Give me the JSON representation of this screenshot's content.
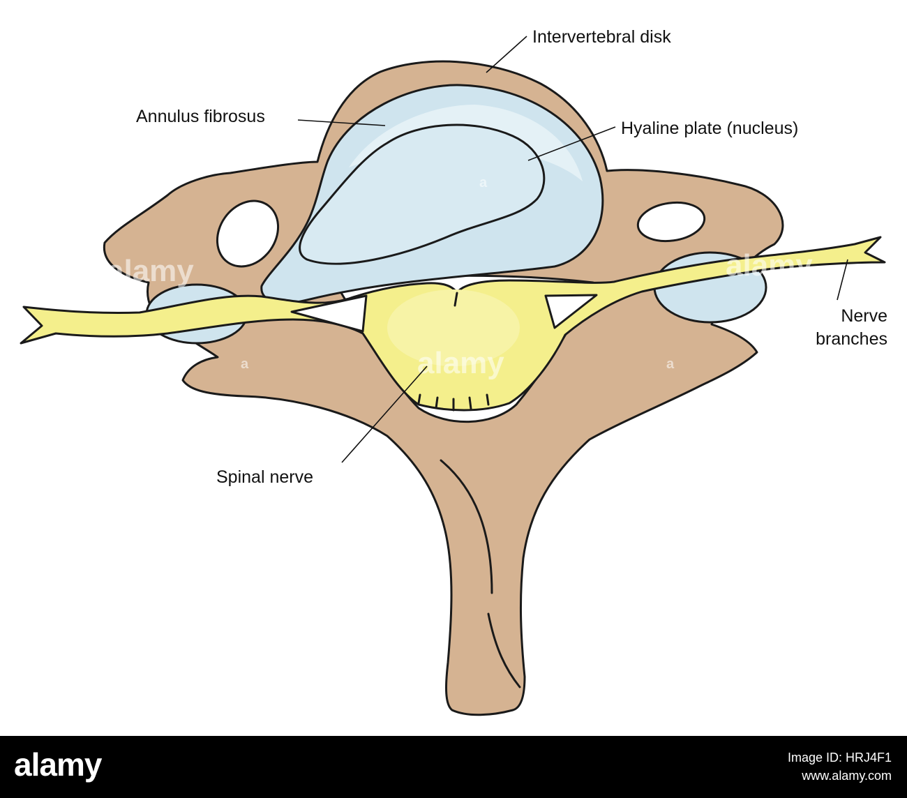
{
  "labels": {
    "intervertebral_disk": "Intervertebral disk",
    "annulus_fibrosus": "Annulus fibrosus",
    "hyaline_plate": "Hyaline plate (nucleus)",
    "nerve": "Nerve",
    "branches": "branches",
    "spinal_nerve": "Spinal nerve"
  },
  "watermark": {
    "text": "alamy",
    "small": "a"
  },
  "footer": {
    "logo": "alamy",
    "image_id_label": "Image ID: HRJ4F1",
    "url": "www.alamy.com"
  },
  "colors": {
    "bone": "#d5b392",
    "disk": "#cfe4ee",
    "disk_highlight": "#e4f1f6",
    "nerve": "#f4ef8c",
    "nerve_core": "#f7f3a6",
    "outline": "#1a1a1a",
    "footer_bg": "#000000"
  }
}
